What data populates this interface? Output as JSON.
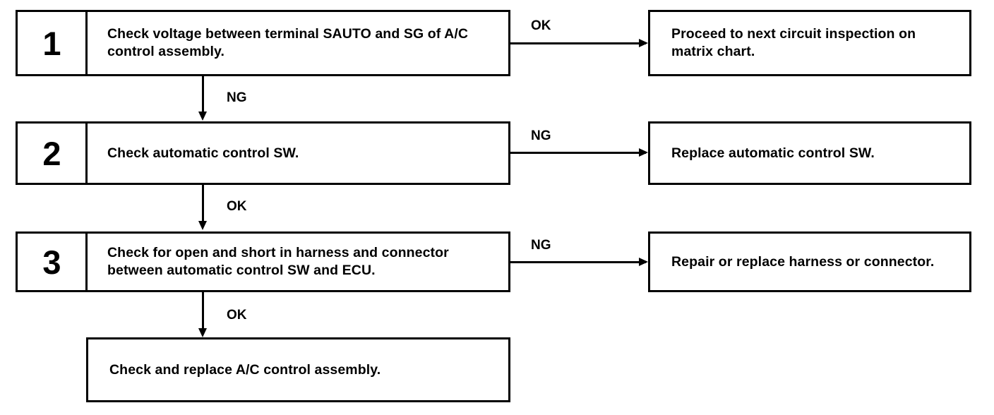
{
  "diagram": {
    "type": "troubleshooting-flowchart",
    "steps": [
      {
        "number": "1",
        "text": "Check voltage between terminal SAUTO and SG of A/C control assembly.",
        "branch_label": "OK",
        "branch_result": "Proceed to next circuit inspection on matrix chart.",
        "next_label": "NG"
      },
      {
        "number": "2",
        "text": "Check automatic control SW.",
        "branch_label": "NG",
        "branch_result": "Replace automatic control SW.",
        "next_label": "OK"
      },
      {
        "number": "3",
        "text": "Check for open and short in harness and connector between automatic control SW and ECU.",
        "branch_label": "NG",
        "branch_result": "Repair or replace harness or connector.",
        "next_label": "OK"
      }
    ],
    "final": {
      "text": "Check and replace A/C control assembly."
    },
    "colors": {
      "line": "#000000",
      "text": "#000000",
      "background": "#ffffff"
    }
  }
}
